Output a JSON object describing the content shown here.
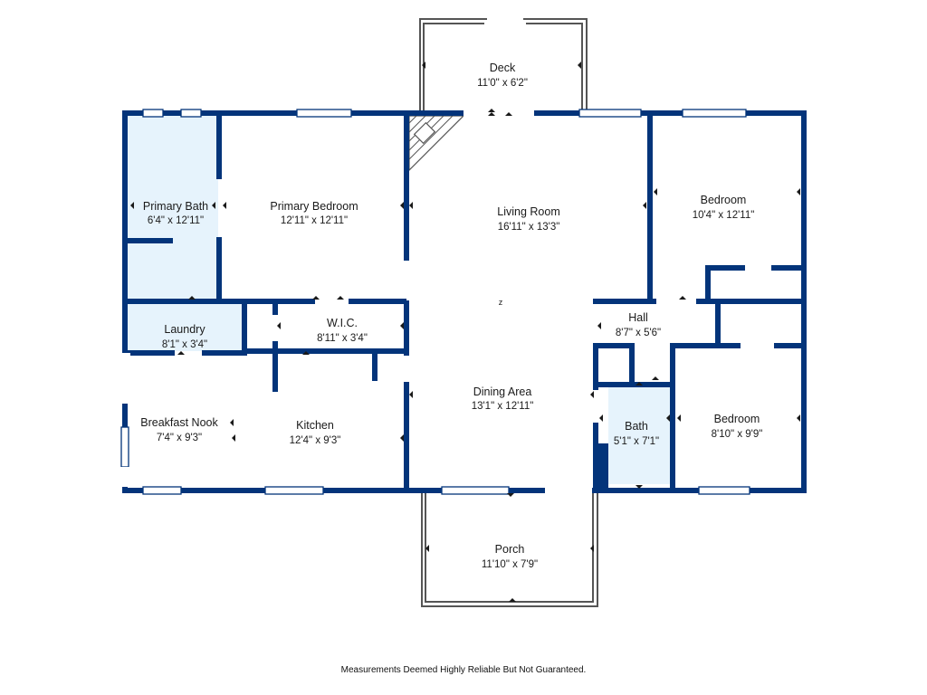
{
  "colors": {
    "wall": "#03347a",
    "wet_room_fill": "#e6f3fc",
    "window": "#ffffff",
    "outdoor_line": "#555555"
  },
  "rooms": {
    "deck": {
      "name": "Deck",
      "dims": "11'0\" x 6'2\""
    },
    "primary_bath": {
      "name": "Primary Bath",
      "dims": "6'4\" x 12'11\""
    },
    "primary_bedroom": {
      "name": "Primary Bedroom",
      "dims": "12'11\" x 12'11\""
    },
    "living_room": {
      "name": "Living Room",
      "dims": "16'11\" x 13'3\""
    },
    "bedroom_1": {
      "name": "Bedroom",
      "dims": "10'4\" x 12'11\""
    },
    "laundry": {
      "name": "Laundry",
      "dims": "8'1\" x 3'4\""
    },
    "wic": {
      "name": "W.I.C.",
      "dims": "8'11\" x 3'4\""
    },
    "hall": {
      "name": "Hall",
      "dims": "8'7\" x 5'6\""
    },
    "dining_area": {
      "name": "Dining Area",
      "dims": "13'1\" x 12'11\""
    },
    "breakfast_nook": {
      "name": "Breakfast Nook",
      "dims": "7'4\" x 9'3\""
    },
    "kitchen": {
      "name": "Kitchen",
      "dims": "12'4\" x 9'3\""
    },
    "bath": {
      "name": "Bath",
      "dims": "5'1\" x 7'1\""
    },
    "bedroom_2": {
      "name": "Bedroom",
      "dims": "8'10\" x 9'9\""
    },
    "porch": {
      "name": "Porch",
      "dims": "11'10\" x 7'9\""
    }
  },
  "footer": {
    "disclaimer": "Measurements Deemed Highly Reliable But Not Guaranteed."
  }
}
